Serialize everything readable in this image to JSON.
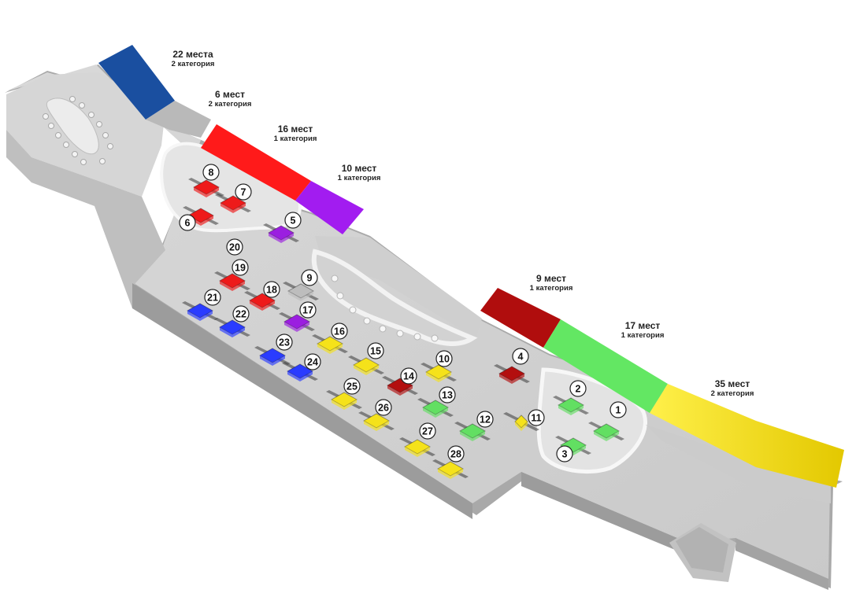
{
  "colors": {
    "blue": "#1a4fa0",
    "red": "#ff1a1a",
    "purple": "#a21cf0",
    "darkred": "#b00d0d",
    "green": "#63e763",
    "yellow": "#f3dc0c",
    "tableBlue": "#2a3cff",
    "tableRed": "#ee1a1a",
    "tablePurple": "#9b1ee0",
    "tableGray": "#bdbdbd",
    "tableYellow": "#f5e21a",
    "tableDarkRed": "#b30f0f",
    "tableGreen": "#62df62"
  },
  "zones": [
    {
      "id": "z22",
      "seats": "22 места",
      "category": "2 категория",
      "color": "blue"
    },
    {
      "id": "z6",
      "seats": "6 мест",
      "category": "2 категория",
      "color": "gray"
    },
    {
      "id": "z16",
      "seats": "16 мест",
      "category": "1 категория",
      "color": "red"
    },
    {
      "id": "z10",
      "seats": "10 мест",
      "category": "1 категория",
      "color": "purple"
    },
    {
      "id": "z9",
      "seats": "9 мест",
      "category": "1 категория",
      "color": "darkred"
    },
    {
      "id": "z17",
      "seats": "17 мест",
      "category": "1 категория",
      "color": "green"
    },
    {
      "id": "z35",
      "seats": "35 мест",
      "category": "2 категория",
      "color": "yellow"
    }
  ],
  "tables": [
    {
      "num": "1",
      "color": "tableGreen"
    },
    {
      "num": "2",
      "color": "tableGreen"
    },
    {
      "num": "3",
      "color": "tableGreen"
    },
    {
      "num": "4",
      "color": "tableDarkRed"
    },
    {
      "num": "5",
      "color": "tablePurple"
    },
    {
      "num": "6",
      "color": "tableRed"
    },
    {
      "num": "7",
      "color": "tableRed"
    },
    {
      "num": "8",
      "color": "tableRed"
    },
    {
      "num": "9",
      "color": "tableGray"
    },
    {
      "num": "10",
      "color": "tableYellow"
    },
    {
      "num": "11",
      "color": "tableYellow"
    },
    {
      "num": "12",
      "color": "tableGreen"
    },
    {
      "num": "13",
      "color": "tableGreen"
    },
    {
      "num": "14",
      "color": "tableDarkRed"
    },
    {
      "num": "15",
      "color": "tableYellow"
    },
    {
      "num": "16",
      "color": "tableYellow"
    },
    {
      "num": "17",
      "color": "tablePurple"
    },
    {
      "num": "18",
      "color": "tableRed"
    },
    {
      "num": "19",
      "color": "tableRed"
    },
    {
      "num": "20",
      "color": "tableGray"
    },
    {
      "num": "21",
      "color": "tableBlue"
    },
    {
      "num": "22",
      "color": "tableBlue"
    },
    {
      "num": "23",
      "color": "tableBlue"
    },
    {
      "num": "24",
      "color": "tableBlue"
    },
    {
      "num": "25",
      "color": "tableYellow"
    },
    {
      "num": "26",
      "color": "tableYellow"
    },
    {
      "num": "27",
      "color": "tableYellow"
    },
    {
      "num": "28",
      "color": "tableYellow"
    }
  ]
}
